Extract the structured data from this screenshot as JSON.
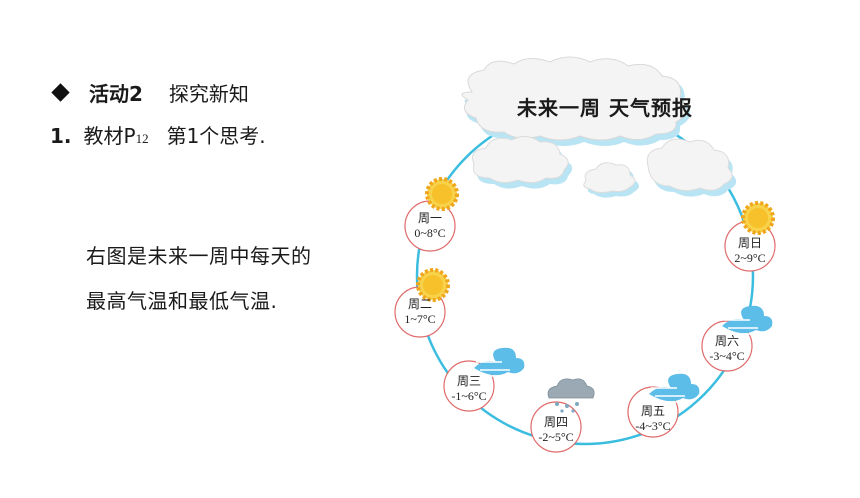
{
  "heading": {
    "label": "活动2",
    "title": "探究新知"
  },
  "item1": {
    "number": "1.",
    "text1": "教材P",
    "sub": "12",
    "text2": "第1个思考."
  },
  "paragraph": {
    "line1": "右图是未来一周中每天的",
    "line2": "最高气温和最低气温."
  },
  "banner": {
    "title": "未来一周  天气预报"
  },
  "days": [
    {
      "name": "周一",
      "temp": "0~8°C",
      "weather": "sunny"
    },
    {
      "name": "周二",
      "temp": "1~7°C",
      "weather": "sunny"
    },
    {
      "name": "周三",
      "temp": "-1~6°C",
      "weather": "windy"
    },
    {
      "name": "周四",
      "temp": "-2~5°C",
      "weather": "snow"
    },
    {
      "name": "周五",
      "temp": "-4~3°C",
      "weather": "windy"
    },
    {
      "name": "周六",
      "temp": "-3~4°C",
      "weather": "windy"
    },
    {
      "name": "周日",
      "temp": "2~9°C",
      "weather": "sunny"
    }
  ],
  "colors": {
    "ring": "#3bbde0",
    "circle_border": "#e06a6a",
    "sun": "#f5b81f",
    "wind": "#4fb6e6",
    "cloud_shadow": "#b7e7f5"
  }
}
